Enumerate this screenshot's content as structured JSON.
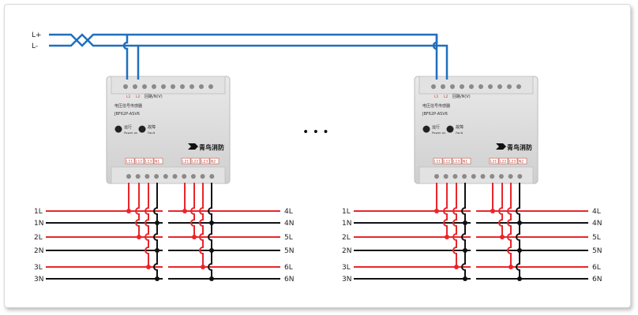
{
  "bus": {
    "plus": "L+",
    "minus": "L-"
  },
  "devices": [
    {
      "name": "电压信号传感器",
      "model": "JBF62P-ASV6",
      "top_terminals": [
        "L1",
        "L2"
      ],
      "top_note": "回路/N(V)",
      "run_cn": "运行",
      "run_en": "Power on",
      "fault_cn": "故障",
      "fault_en": "Fault",
      "brand": "青鸟消防",
      "bottom_terminals": [
        "L11",
        "L12",
        "L13",
        "N1",
        "L21",
        "L22",
        "L23",
        "N2"
      ]
    },
    {
      "name": "电压信号传感器",
      "model": "JBF62P-ASV6",
      "top_terminals": [
        "L1",
        "L2"
      ],
      "top_note": "回路/N(V)",
      "run_cn": "运行",
      "run_en": "Power on",
      "fault_cn": "故障",
      "fault_en": "Fault",
      "brand": "青鸟消防",
      "bottom_terminals": [
        "L11",
        "L12",
        "L13",
        "N1",
        "L21",
        "L22",
        "L23",
        "N2"
      ]
    }
  ],
  "ellipsis": "• • •",
  "wiring_blocks": [
    {
      "left_labels": [
        "1L",
        "1N",
        "2L",
        "2N",
        "3L",
        "3N"
      ],
      "right_labels": [
        "4L",
        "4N",
        "5L",
        "5N",
        "6L",
        "6N"
      ]
    },
    {
      "left_labels": [
        "1L",
        "1N",
        "2L",
        "2N",
        "3L",
        "3N"
      ],
      "right_labels": [
        "4L",
        "4N",
        "5L",
        "5N",
        "6L",
        "6N"
      ]
    }
  ],
  "colors": {
    "bus": "#1f6fbf",
    "live": "#e8262b",
    "neutral": "#111111",
    "device": "#d9d9d9"
  }
}
